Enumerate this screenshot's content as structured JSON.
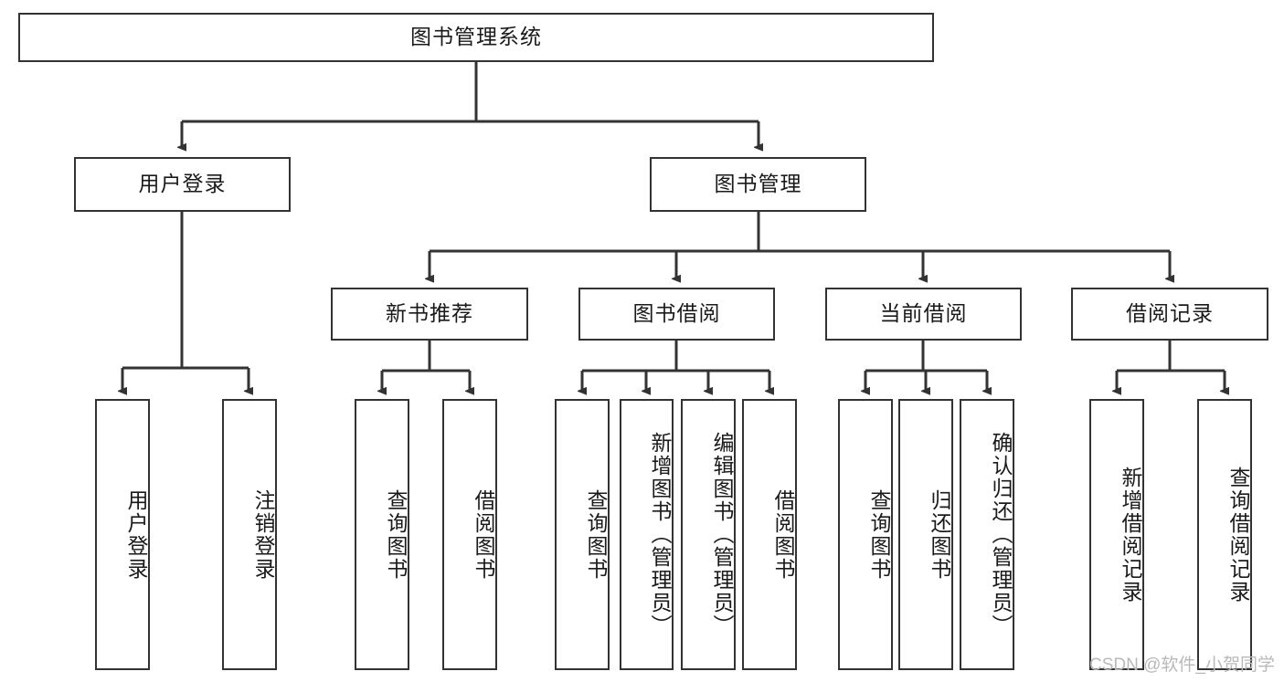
{
  "diagram": {
    "type": "tree",
    "title": "图书管理系统",
    "orientation": "top-down",
    "colors": {
      "box_border": "#333333",
      "box_fill": "#ffffff",
      "edge": "#333333",
      "text": "#1a1a1a",
      "watermark": "#b9b9b9",
      "background": "#ffffff"
    },
    "nodes": {
      "root": {
        "label": "图书管理系统"
      },
      "level2": [
        {
          "label": "用户登录"
        },
        {
          "label": "图书管理"
        }
      ],
      "level3": [
        {
          "label": "新书推荐"
        },
        {
          "label": "图书借阅"
        },
        {
          "label": "当前借阅"
        },
        {
          "label": "借阅记录"
        }
      ],
      "leaves_user_login": [
        {
          "label": "用户登录"
        },
        {
          "label": "注销登录"
        }
      ],
      "leaves_new_book": [
        {
          "label": "查询图书"
        },
        {
          "label": "借阅图书"
        }
      ],
      "leaves_borrow": [
        {
          "label": "查询图书"
        },
        {
          "label": "新增图书（管理员）"
        },
        {
          "label": "编辑图书（管理员）"
        },
        {
          "label": "借阅图书"
        }
      ],
      "leaves_current": [
        {
          "label": "查询图书"
        },
        {
          "label": "归还图书"
        },
        {
          "label": "确认归还（管理员）"
        }
      ],
      "leaves_records": [
        {
          "label": "新增借阅记录"
        },
        {
          "label": "查询借阅记录"
        }
      ]
    },
    "watermark": "CSDN @软件_小贺同学"
  }
}
